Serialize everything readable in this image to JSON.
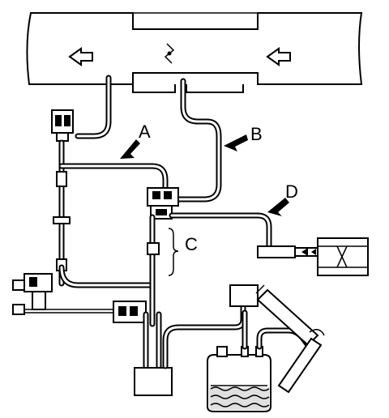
{
  "callouts": {
    "a": "A",
    "b": "B",
    "c": "C",
    "d": "D"
  },
  "icons": {
    "flow_arrow": "hollow-arrow",
    "callout_pointer": "hatched-arrow"
  }
}
